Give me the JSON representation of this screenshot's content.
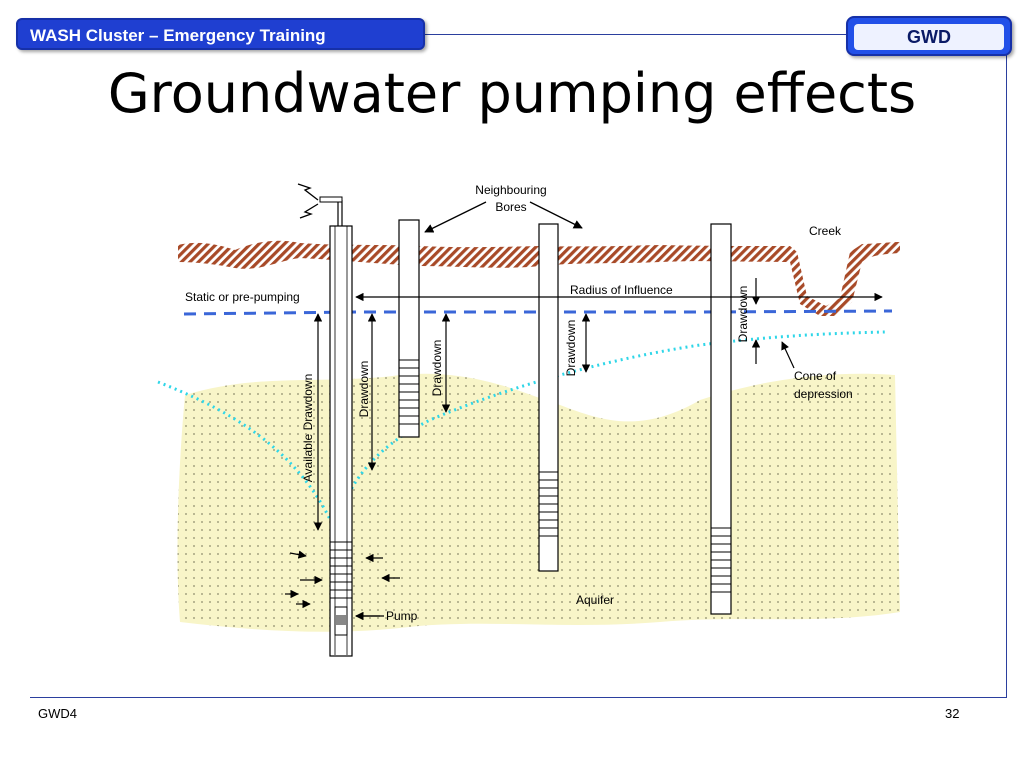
{
  "header": {
    "left_banner": "WASH Cluster –  Emergency Training",
    "right_tag": "GWD"
  },
  "slide": {
    "title": "Groundwater pumping effects"
  },
  "diagram": {
    "labels": {
      "neighbouring_line1": "Neighbouring",
      "neighbouring_line2": "Bores",
      "creek": "Creek",
      "static_level": "Static or pre-pumping",
      "radius": "Radius of Influence",
      "drawdown": "Drawdown",
      "available_drawdown": "Available Drawdown",
      "cone_line1": "Cone of",
      "cone_line2": "depression",
      "aquifer": "Aquifer",
      "pump": "Pump"
    },
    "colors": {
      "aquifer": "#f8f5c8",
      "aquifer_dots": "#8c8a6a",
      "ground": "#a84a28",
      "water_table": "#3a66d8",
      "cone": "#2fd6e8",
      "frame": "#2b3f9e"
    }
  },
  "footer": {
    "left": "GWD4",
    "page": "32"
  }
}
